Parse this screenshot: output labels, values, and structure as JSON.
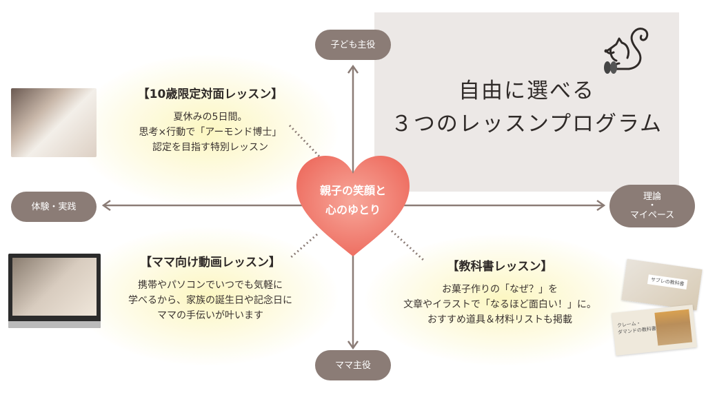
{
  "title": {
    "line1": "自由に選べる",
    "line2": "３つのレッスンプログラム"
  },
  "axes": {
    "top": "子ども主役",
    "bottom": "ママ主役",
    "left": "体験・実践",
    "right_line1": "理論",
    "right_line2": "・",
    "right_line3": "マイペース"
  },
  "center": {
    "line1": "親子の笑顔と",
    "line2": "心のゆとり"
  },
  "lessons": [
    {
      "title": "【10歳限定対面レッスン】",
      "lines": [
        "夏休みの5日間。",
        "思考×行動で「アーモンド博士」",
        "認定を目指す特別レッスン"
      ]
    },
    {
      "title": "【ママ向け動画レッスン】",
      "lines": [
        "携帯やパソコンでいつでも気軽に",
        "学べるから、家族の誕生日や記念日に",
        "ママの手伝いが叶います"
      ]
    },
    {
      "title": "【教科書レッスン】",
      "lines": [
        "お菓子作りの「なぜ？」を",
        "文章やイラストで「なるほど面白い！」に。",
        "おすすめ道具＆材料リストも掲載"
      ]
    }
  ],
  "books": {
    "book1": "サブレの教科書",
    "book2_line1": "クレーム・",
    "book2_line2": "ダマンドの教科書"
  },
  "colors": {
    "pill": "#8b7c76",
    "box": "#ece8e6",
    "heart": "#f07a6c",
    "axis": "#8b7c76"
  }
}
